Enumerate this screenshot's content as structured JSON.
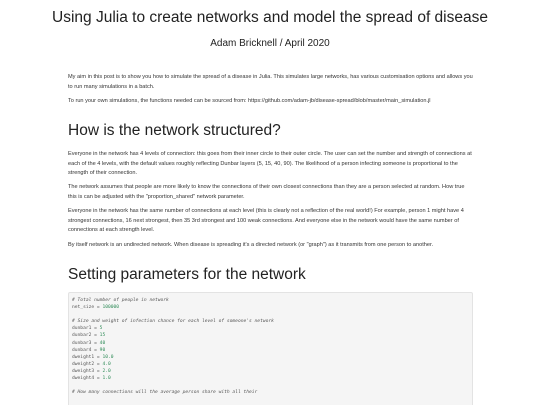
{
  "header": {
    "title": "Using Julia to create networks and model the spread of disease",
    "byline": "Adam Bricknell / April 2020"
  },
  "intro": {
    "p1": "My aim in this post is to show you how to simulate the spread of a disease in Julia. This simulates large networks, has various customisation options and allows you to run many simulations in a batch.",
    "p2_prefix": "To run your own simulations, the functions needed can be sourced from: ",
    "p2_link": "https://github.com/adam-jb/disease-spread/blob/master/main_simulation.jl"
  },
  "section1": {
    "heading": "How is the network structured?",
    "p1": "Everyone in the network has 4 levels of connection: this goes from their inner circle to their outer circle. The user can set the number and strength of connections at each of the 4 levels, with the default values roughly reflecting Dunbar layers (5, 15, 40, 90). The likelihood of a person infecting someone is proportional to the strength of their connection.",
    "p2": "The network assumes that people are more likely to know the connections of their own closest connections than they are a person selected at random. How true this is can be adjusted with the \"proportion_shared\" network parameter.",
    "p3": "Everyone in the network has the same number of connections at each level (this is clearly not a reflection of the real world!) For example, person 1 might have 4 strongest connections, 16 next strongest, then 35 3rd strongest and 100 weak connections. And everyone else in the network would have the same number of connections at each strength level.",
    "p4": "By itself network is an undirected network. When disease is spreading it's a directed network (or \"graph\") as it transmits from one person to another."
  },
  "section2": {
    "heading": "Setting parameters for the network",
    "code": {
      "c1": "# Total number of people in network",
      "l1_name": "net_size = ",
      "l1_val": "100000",
      "c2": "# Size and weight of infection chance for each level of someone's network",
      "rows": [
        {
          "name": "dunbar1 = ",
          "val": "5"
        },
        {
          "name": "dunbar2 = ",
          "val": "15"
        },
        {
          "name": "dunbar3 = ",
          "val": "40"
        },
        {
          "name": "dunbar4 = ",
          "val": "90"
        },
        {
          "name": "dweight1 = ",
          "val": "10.0"
        },
        {
          "name": "dweight2 = ",
          "val": "4.0"
        },
        {
          "name": "dweight3 = ",
          "val": "2.0"
        },
        {
          "name": "dweight4 = ",
          "val": "1.0"
        }
      ],
      "c3": "# How many connections will the average person share with all their"
    }
  },
  "colors": {
    "text": "#333333",
    "heading": "#222222",
    "code_bg": "#f5f5f5",
    "code_comment": "#9a9a9a",
    "code_number": "#2e8b57"
  }
}
